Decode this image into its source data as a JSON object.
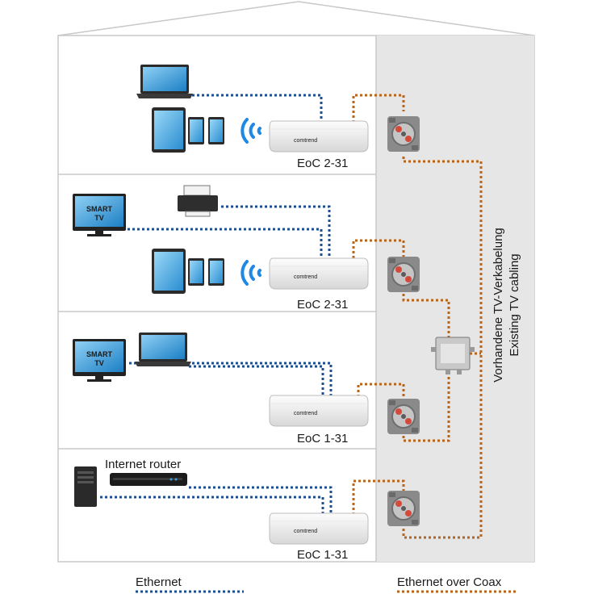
{
  "floors": [
    {
      "device_label": "EoC 2-31"
    },
    {
      "device_label": "EoC 2-31"
    },
    {
      "device_label": "EoC 1-31"
    },
    {
      "device_label": "EoC 1-31"
    }
  ],
  "devices": {
    "smart_tv_line1": "SMART",
    "smart_tv_line2": "TV",
    "router_label": "Internet router",
    "modem_brand": "comtrend"
  },
  "cabling": {
    "line1": "Vorhandene TV-Verkabelung",
    "line2": "Existing TV cabling"
  },
  "legend": {
    "ethernet": "Ethernet",
    "coax": "Ethernet over Coax"
  },
  "colors": {
    "ethernet": "#1f4e8c",
    "coax": "#b5651d",
    "wifi": "#1e88e5",
    "shaft": "#e6e6e6"
  }
}
